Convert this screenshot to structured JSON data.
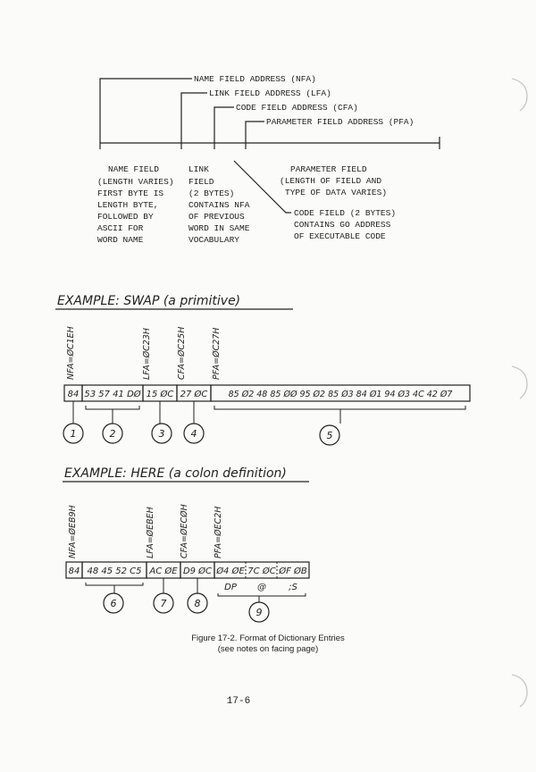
{
  "diagram": {
    "top_labels": {
      "nfa": "NAME FIELD ADDRESS (NFA)",
      "lfa": "LINK FIELD ADDRESS (LFA)",
      "cfa": "CODE FIELD ADDRESS (CFA)",
      "pfa": "PARAMETER FIELD ADDRESS (PFA)"
    },
    "name_field": [
      "NAME FIELD",
      "(LENGTH VARIES)",
      "FIRST BYTE IS",
      "LENGTH BYTE,",
      "FOLLOWED BY",
      "ASCII FOR",
      "WORD NAME"
    ],
    "link_field": [
      "LINK",
      "FIELD",
      "(2 BYTES)",
      "CONTAINS NFA",
      "OF PREVIOUS",
      "WORD IN SAME",
      "VOCABULARY"
    ],
    "parameter_field": [
      "PARAMETER FIELD",
      "(LENGTH OF FIELD AND",
      "TYPE OF DATA VARIES)"
    ],
    "code_field": [
      "CODE FIELD (2 BYTES)",
      "CONTAINS GO ADDRESS",
      "OF EXECUTABLE CODE"
    ]
  },
  "example1": {
    "title": "EXAMPLE: SWAP (a primitive)",
    "labels": {
      "nfa": "NFA=ØC1EH",
      "lfa": "LFA=ØC23H",
      "cfa": "CFA=ØC25H",
      "pfa": "PFA=ØC27H"
    },
    "cells": {
      "len": "84",
      "name": "53 57 41 DØ",
      "link": "15 ØC",
      "code": "27 ØC",
      "param": "85 Ø2 48 85 ØØ 95 Ø2 85 Ø3 84 Ø1 94 Ø3 4C 42 Ø7"
    },
    "circles": [
      "1",
      "2",
      "3",
      "4",
      "5"
    ]
  },
  "example2": {
    "title": "EXAMPLE: HERE (a colon definition)",
    "labels": {
      "nfa": "NFA=ØEB9H",
      "lfa": "LFA=ØEBEH",
      "cfa": "CFA=ØECØH",
      "pfa": "PFA=ØEC2H"
    },
    "cells": {
      "len": "84",
      "name": "48 45 52 C5",
      "link": "AC ØE",
      "code": "D9 ØC",
      "p1": "Ø4 ØE",
      "p2": "7C ØC",
      "p3": "ØF ØB"
    },
    "words": [
      "DP",
      "@",
      ";S"
    ],
    "circles": [
      "6",
      "7",
      "8",
      "9"
    ]
  },
  "caption": [
    "Figure 17-2. Format of Dictionary Entries",
    "(see notes on facing page)"
  ],
  "page_number": "17-6"
}
